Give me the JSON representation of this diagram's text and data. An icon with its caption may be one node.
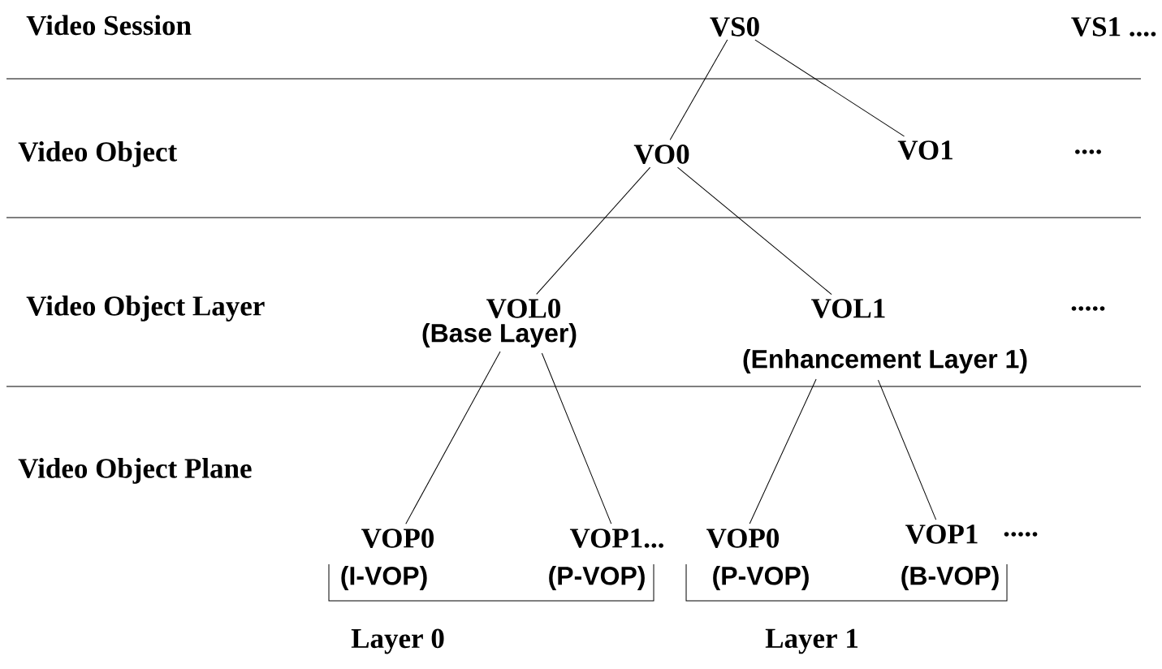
{
  "diagram": {
    "nodes": [
      {
        "text": [
          "VS0"
        ]
      },
      {
        "text": [
          "VO0"
        ]
      },
      {
        "text": [
          "VO1"
        ]
      },
      {
        "text": [
          "VOL0"
        ],
        "beside": [
          "(Base Layer)"
        ]
      },
      {
        "text": [
          "VOL1"
        ],
        "beside": [
          "(Enhancement Layer 1)"
        ]
      },
      {
        "text": [
          "VOP0"
        ],
        "beside": [
          "(I-VOP)"
        ]
      },
      {
        "text": [
          "VOP1..."
        ],
        "beside": [
          "(P-VOP)"
        ]
      },
      {
        "text": [
          "VOP0"
        ],
        "beside": [
          "(P-VOP)"
        ]
      },
      {
        "text": [
          "VOP1"
        ],
        "beside": [
          "(B-VOP)"
        ]
      }
    ],
    "edges": [
      {
        "from": 0,
        "to": 1,
        "arrow": "none"
      },
      {
        "from": 0,
        "to": 2,
        "arrow": "none"
      },
      {
        "from": 1,
        "to": 3,
        "arrow": "none"
      },
      {
        "from": 1,
        "to": 4,
        "arrow": "none"
      },
      {
        "from": 3,
        "to": 5,
        "arrow": "none"
      },
      {
        "from": 3,
        "to": 6,
        "arrow": "none"
      },
      {
        "from": 4,
        "to": 7,
        "arrow": "none"
      },
      {
        "from": 4,
        "to": 8,
        "arrow": "none"
      }
    ],
    "labels": [
      "Video Session",
      "VS1 ....",
      "Video Object",
      "....",
      "Video Object Layer",
      ".....",
      "Video Object Plane",
      ".....",
      "Layer 0",
      "Layer 1"
    ]
  }
}
